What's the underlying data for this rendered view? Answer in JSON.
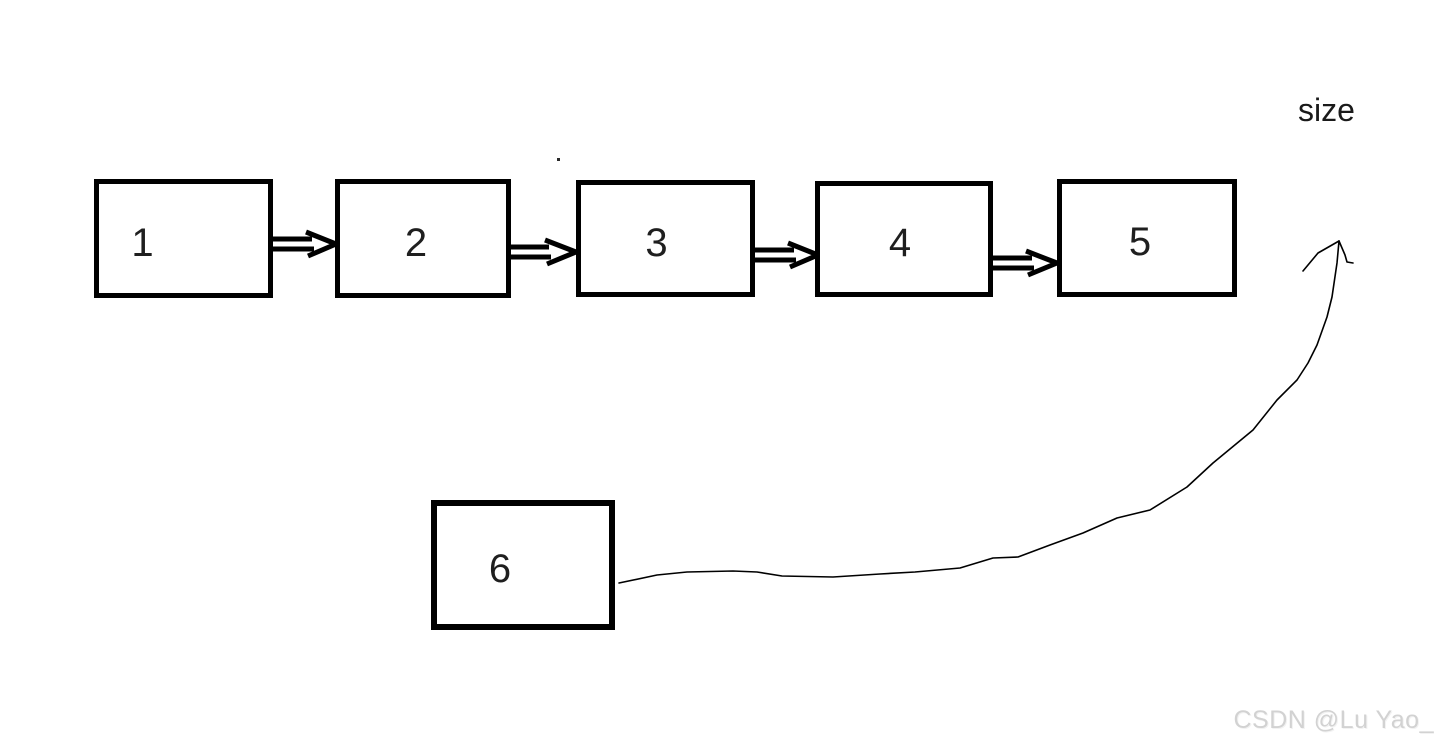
{
  "background": "#ffffff",
  "colors": {
    "stroke": "#000000",
    "box_border": "#000000",
    "box_fill": "#ffffff",
    "node_text": "#1f1f1f",
    "size_text": "#1a1a1a",
    "watermark_text": "#d2d2d2"
  },
  "boxes": [
    {
      "id": "node-1",
      "label": "1"
    },
    {
      "id": "node-2",
      "label": "2"
    },
    {
      "id": "node-3",
      "label": "3"
    },
    {
      "id": "node-4",
      "label": "4"
    },
    {
      "id": "node-5",
      "label": "5"
    },
    {
      "id": "node-6",
      "label": "6"
    }
  ],
  "connections": [
    {
      "from": "1",
      "to": "2",
      "style": "hollow-double-line-arrow"
    },
    {
      "from": "2",
      "to": "3",
      "style": "hollow-double-line-arrow"
    },
    {
      "from": "3",
      "to": "4",
      "style": "hollow-double-line-arrow"
    },
    {
      "from": "4",
      "to": "5",
      "style": "hollow-double-line-arrow"
    },
    {
      "from": "6",
      "to": "size",
      "style": "freehand-curved-arrow"
    }
  ],
  "labels": {
    "size": "size"
  },
  "watermark": {
    "text": "CSDN @Lu Yao_"
  }
}
